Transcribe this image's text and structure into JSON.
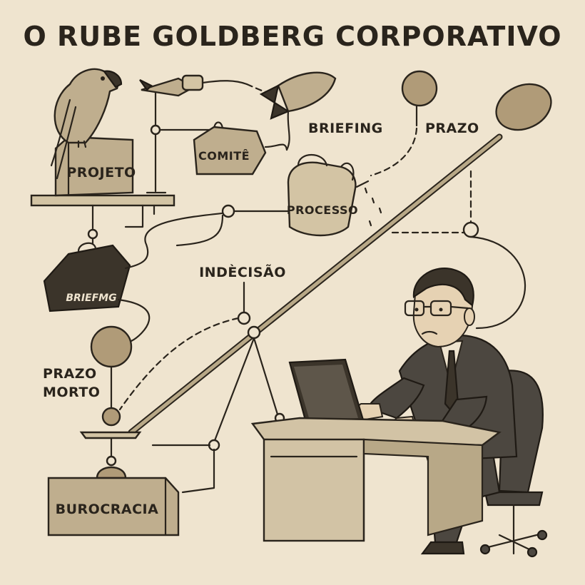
{
  "title": "O RUBE GOLDBERG CORPORATIVO",
  "labels": {
    "projeto": "PROJETO",
    "comite": "COMITÊ",
    "briefing_top": "BRIEFING",
    "prazo_top": "PRAZO",
    "processo": "PROCESSO",
    "indecisao": "INDÈCISÃO",
    "briefing_bag": "BRIEFMG",
    "prazo_morto_1": "PRAZO",
    "prazo_morto_2": "MORTO",
    "burocracia": "BUROCRACIA"
  },
  "icons": [
    "parrot-icon",
    "rocket-icon",
    "briefcase-icon",
    "watering-can-icon",
    "laptop-icon",
    "office-chair-icon"
  ],
  "colors": {
    "background": "#efe4cf",
    "ink": "#2a241c",
    "box": "#bfae8e",
    "suit": "#4c4740"
  }
}
